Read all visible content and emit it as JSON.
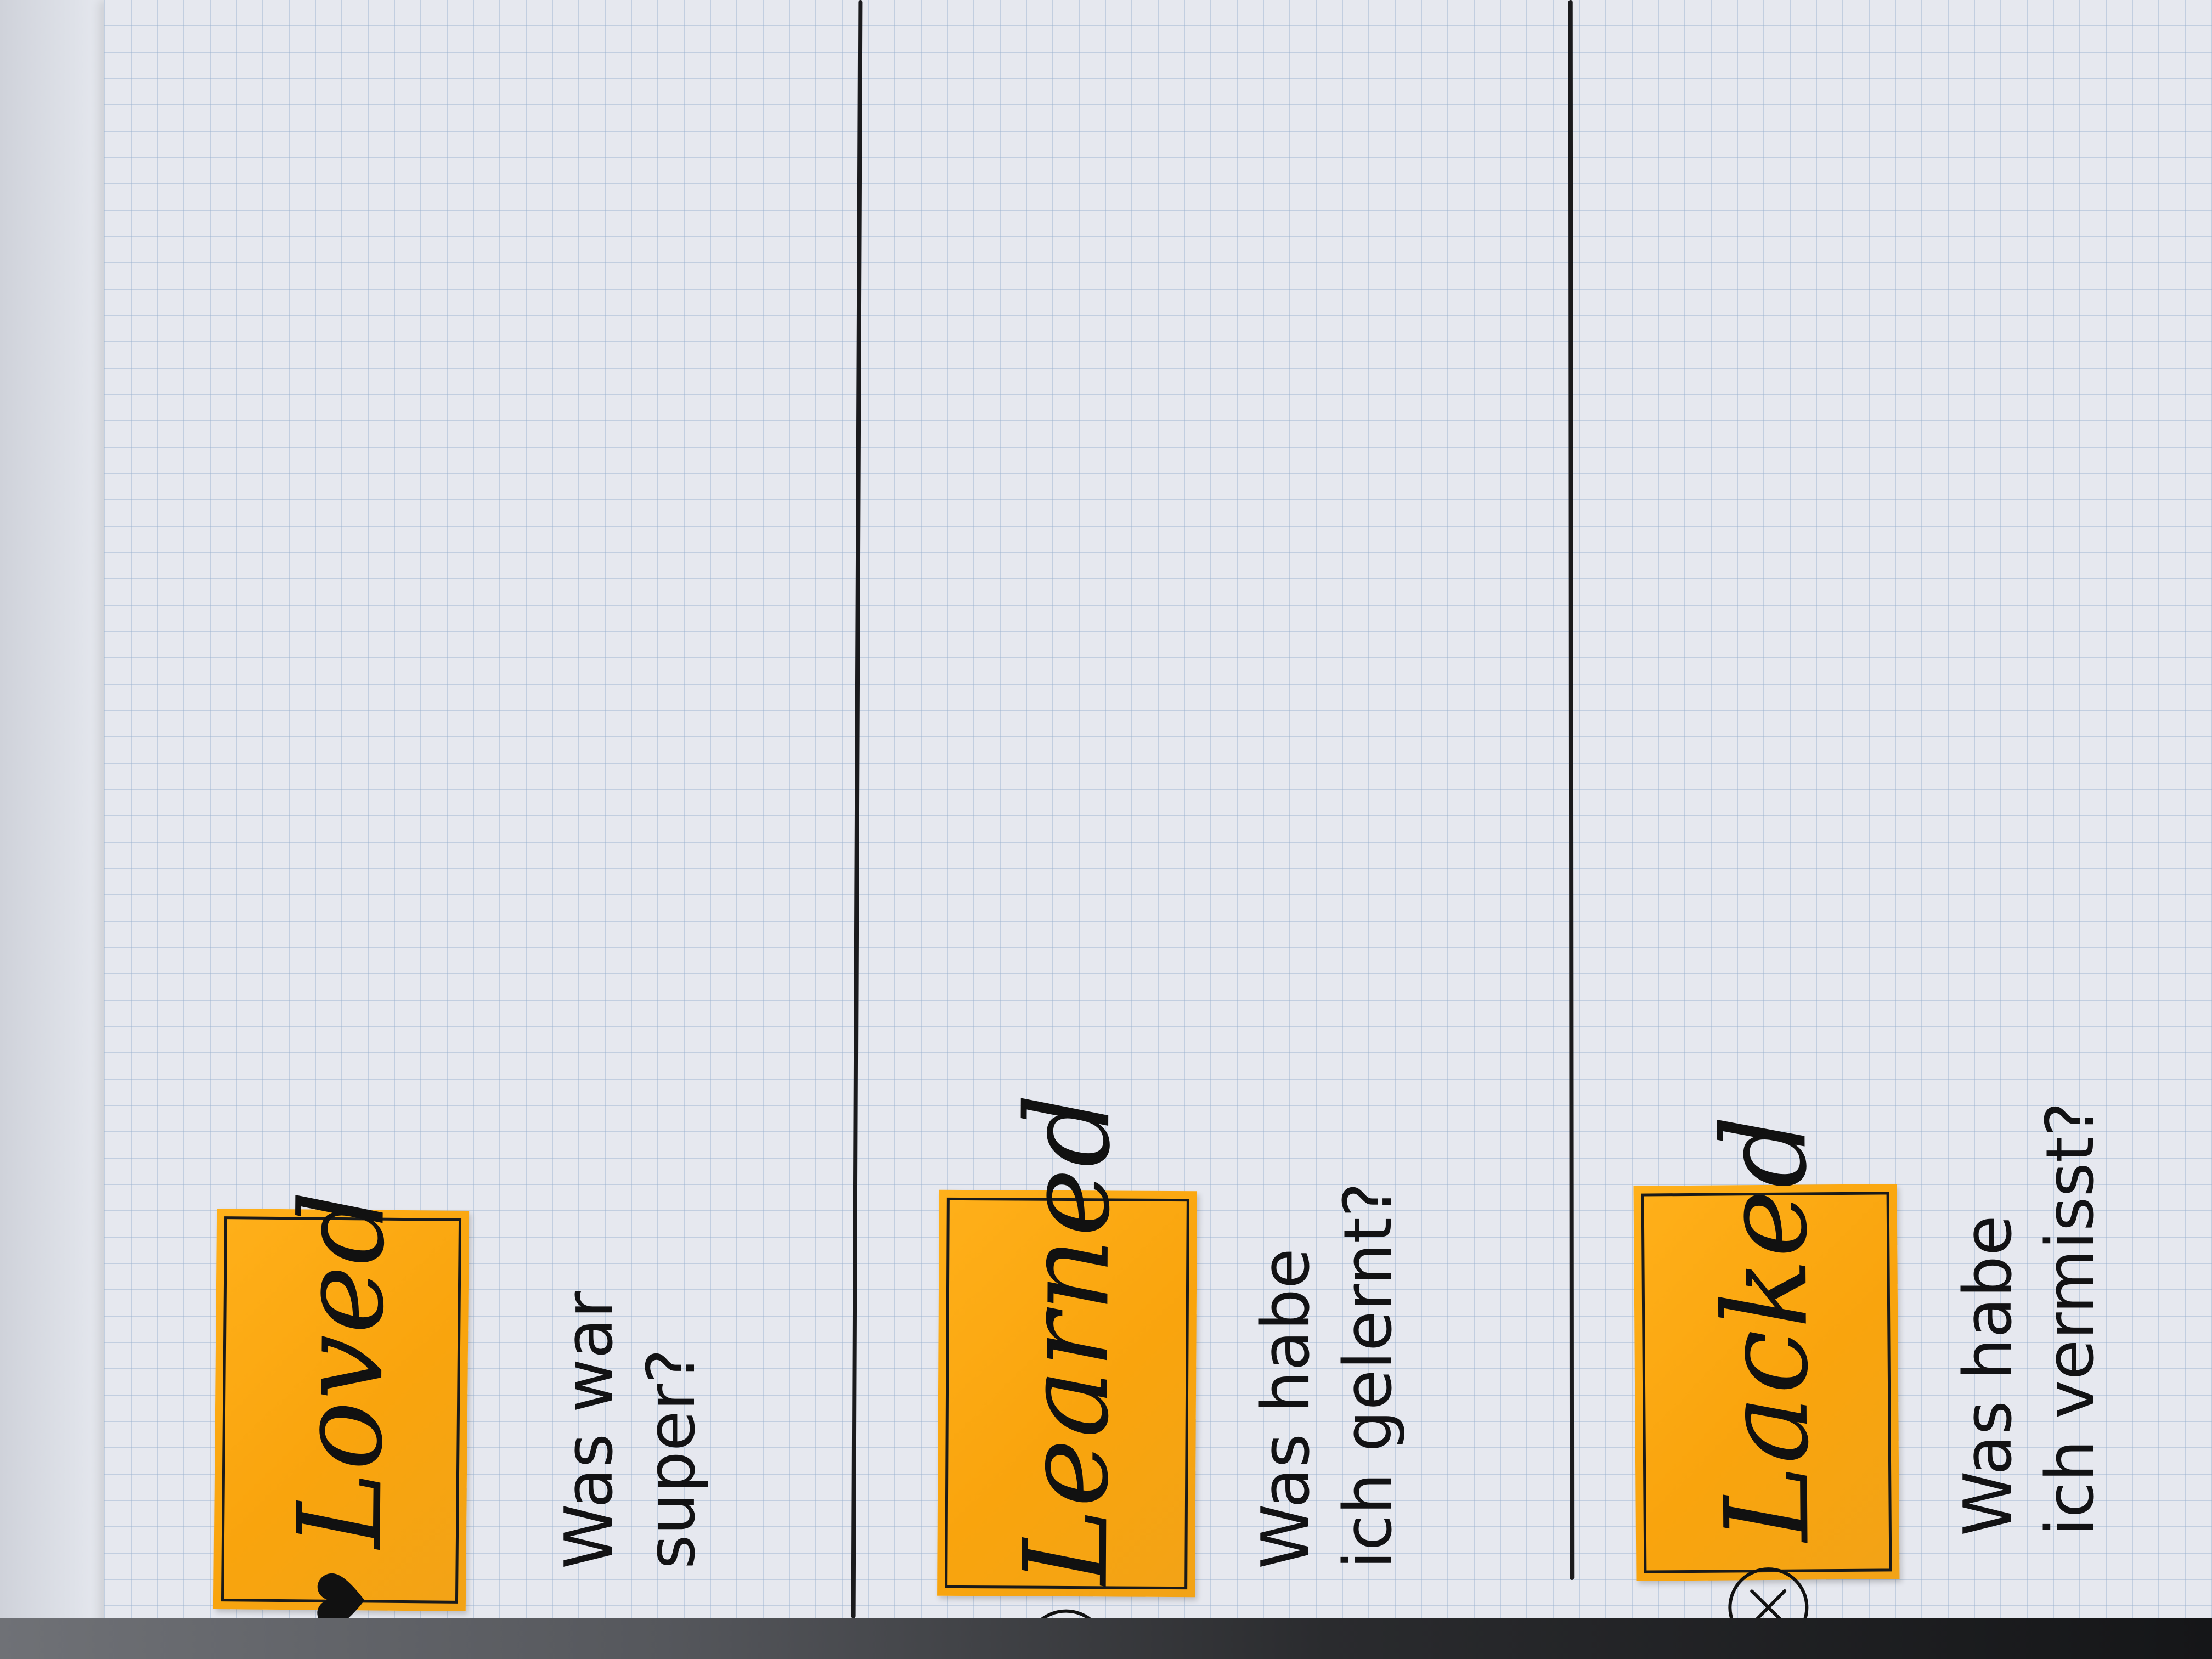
{
  "sections": [
    {
      "id": "loved",
      "title": "Loved",
      "icon": "heart-icon",
      "question_lines": [
        "Was war",
        "super?"
      ]
    },
    {
      "id": "learned",
      "title": "Learned",
      "icon": "lightbulb-icon",
      "question_lines": [
        "Was habe",
        "ich gelernt?"
      ]
    },
    {
      "id": "lacked",
      "title": "Lacked",
      "icon": "x-circle-icon",
      "question_lines": [
        "Was habe",
        "ich vermisst?"
      ]
    }
  ],
  "colors": {
    "sticky_note": "#f9a40d",
    "ink": "#1a1a1a",
    "paper": "#e6e8ef",
    "grid": "#96afcd"
  }
}
